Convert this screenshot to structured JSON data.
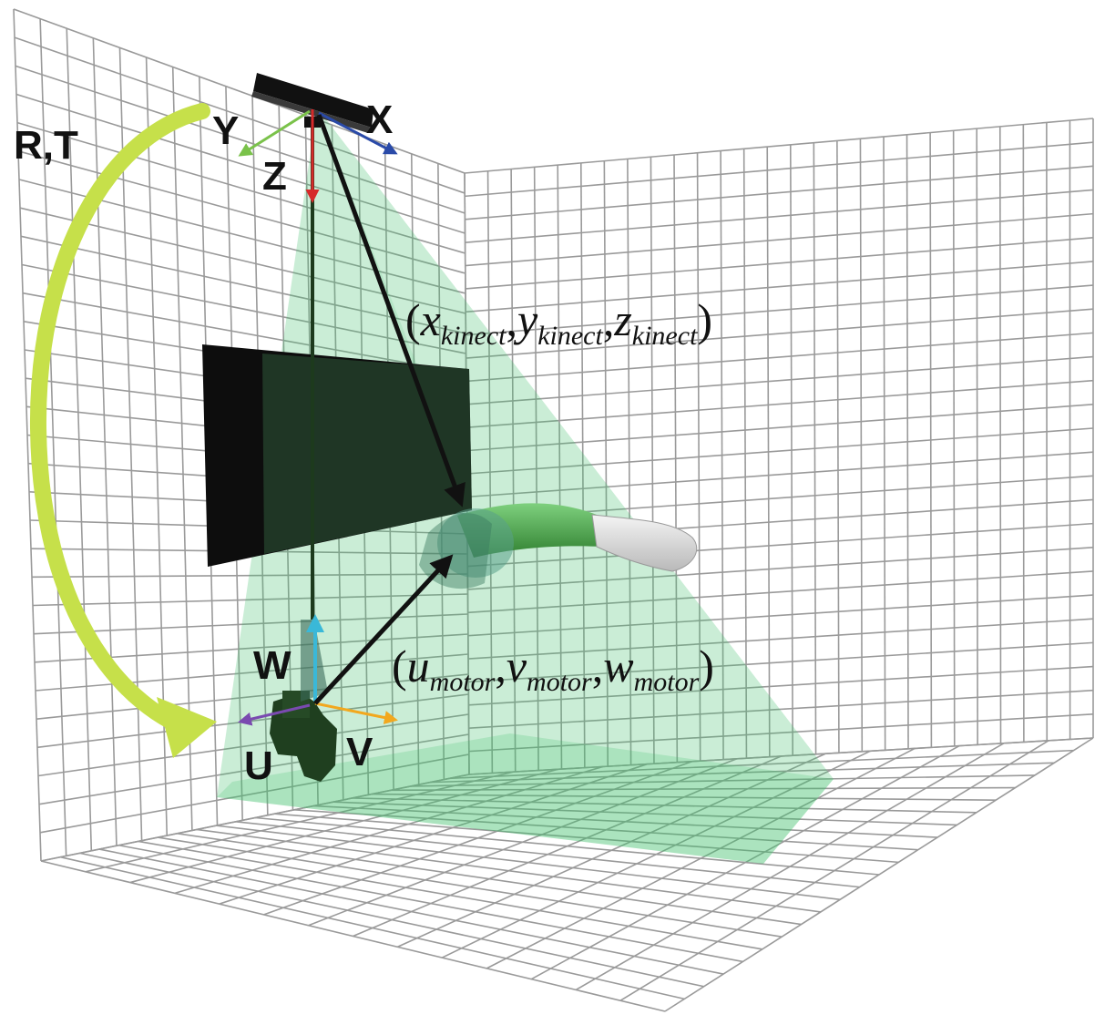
{
  "figure": {
    "transform_label": "R,T",
    "kinect_axes": {
      "x": "X",
      "y": "Y",
      "z": "Z"
    },
    "motor_axes": {
      "u": "U",
      "v": "V",
      "w": "W"
    },
    "kinect_point": {
      "open": "(",
      "close": ")",
      "sep": ",",
      "x": "x",
      "x_sub": "kinect",
      "y": "y",
      "y_sub": "kinect",
      "z": "z",
      "z_sub": "kinect"
    },
    "motor_point": {
      "open": "(",
      "close": ")",
      "sep": ",",
      "u": "u",
      "u_sub": "motor",
      "v": "v",
      "v_sub": "motor",
      "w": "w",
      "w_sub": "motor"
    }
  },
  "colors": {
    "grid_line": "#9a9a9a",
    "frustum": "#3fbf6a",
    "transform_arrow": "#c6e04a",
    "kinect_x_axis": "#2a4aa8",
    "kinect_y_axis": "#7ac24a",
    "kinect_z_axis": "#d62a2a",
    "motor_u_axis": "#7a4ab0",
    "motor_v_axis": "#f2a81e",
    "motor_w_axis": "#3ab8d8",
    "vector": "#111111",
    "sensor_body": "#111111",
    "arm_green": "#3c9a3c",
    "hand_white": "#e6e6e6"
  }
}
